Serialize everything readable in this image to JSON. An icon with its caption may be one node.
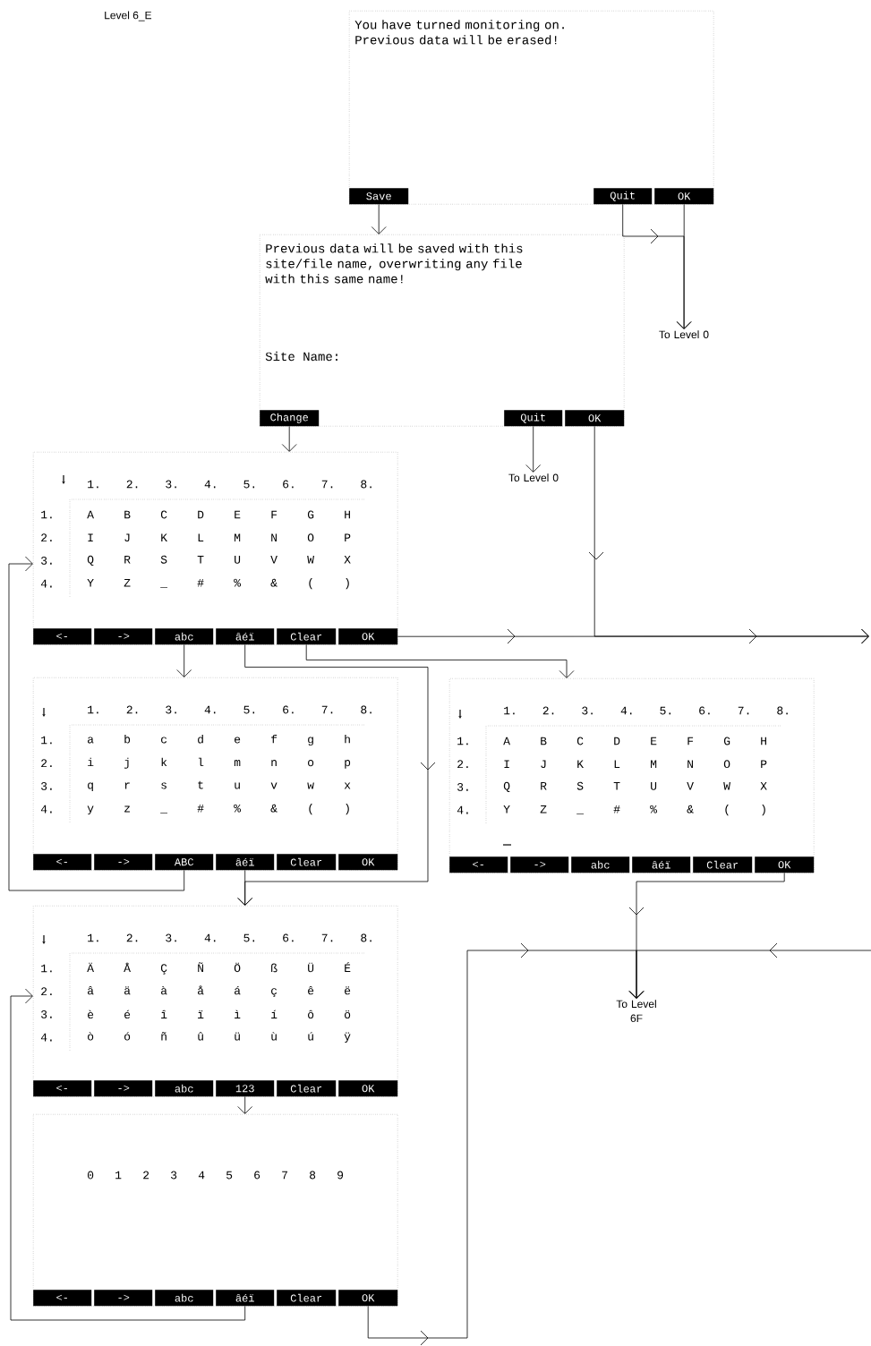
{
  "diagram": {
    "title": "Level 6_E",
    "nodes": [
      {
        "text": [
          "You have turned monitoring on. Previous data will be erased!"
        ]
      },
      {
        "text": [
          "Save"
        ],
        "in": 0
      },
      {
        "text": [
          "Quit"
        ],
        "in": 0
      },
      {
        "text": [
          "OK"
        ],
        "in": 0
      },
      {
        "text": [
          "Previous data will be saved with this site/file name, overwriting any file with this same name!",
          "Site Name:"
        ]
      },
      {
        "text": [
          "Change"
        ],
        "in": 4
      },
      {
        "text": [
          "Quit"
        ],
        "in": 4
      },
      {
        "text": [
          "OK"
        ],
        "in": 4
      },
      {
        "text": [
          "To Level 0"
        ]
      },
      {
        "text": [
          "To Level 0"
        ]
      },
      {
        "text": [
          "1. 2. 3. 4. 5. 6. 7. 8.",
          "1.",
          "A B C D E F G H",
          "2.",
          "I J K L M N O P",
          "3.",
          "Q R S T U V W X",
          "4.",
          "Y Z _ # % & ( )"
        ]
      },
      {
        "text": [
          "<-"
        ],
        "in": 10
      },
      {
        "text": [
          "->"
        ],
        "in": 10
      },
      {
        "text": [
          "abc"
        ],
        "in": 10
      },
      {
        "text": [
          "âéï"
        ],
        "in": 10
      },
      {
        "text": [
          "Clear"
        ],
        "in": 10
      },
      {
        "text": [
          "OK"
        ],
        "in": 10
      },
      {
        "text": [
          "1. 2. 3. 4. 5. 6. 7. 8.",
          "1.",
          "a b c d e f g h",
          "2.",
          "i j k l m n o p",
          "3.",
          "q r s t u v w x",
          "4.",
          "y z _ # % & ( )"
        ]
      },
      {
        "text": [
          "<-"
        ],
        "in": 17
      },
      {
        "text": [
          "->"
        ],
        "in": 17
      },
      {
        "text": [
          "ABC"
        ],
        "in": 17
      },
      {
        "text": [
          "âéï"
        ],
        "in": 17
      },
      {
        "text": [
          "Clear"
        ],
        "in": 17
      },
      {
        "text": [
          "OK"
        ],
        "in": 17
      },
      {
        "text": [
          "1. 2. 3. 4. 5. 6. 7. 8.",
          "1.",
          "A B C D E F G H",
          "2.",
          "I J K L M N O P",
          "3.",
          "Q R S T U V W X",
          "4.",
          "Y Z _ # % & ( )"
        ]
      },
      {
        "text": [
          "<-"
        ],
        "in": 24
      },
      {
        "text": [
          "->"
        ],
        "in": 24
      },
      {
        "text": [
          "abc"
        ],
        "in": 24
      },
      {
        "text": [
          "âéï"
        ],
        "in": 24
      },
      {
        "text": [
          "Clear"
        ],
        "in": 24
      },
      {
        "text": [
          "OK"
        ],
        "in": 24
      },
      {
        "text": [
          "To Level 6F"
        ]
      },
      {
        "text": [
          "1. 2. 3. 4. 5. 6. 7. 8.",
          "1.",
          "Ä Å Ç Ñ Ö ß Ü É",
          "2.",
          "â ä à å á ç ê ë",
          "3.",
          "è é î ï ì í ô ö",
          "4.",
          "ò ó ñ û ü ù ú ÿ"
        ]
      },
      {
        "text": [
          "<-"
        ],
        "in": 32
      },
      {
        "text": [
          "->"
        ],
        "in": 32
      },
      {
        "text": [
          "abc"
        ],
        "in": 32
      },
      {
        "text": [
          "123"
        ],
        "in": 32
      },
      {
        "text": [
          "Clear"
        ],
        "in": 32
      },
      {
        "text": [
          "OK"
        ],
        "in": 32
      },
      {
        "text": [
          "0 1 2 3 4 5 6 7 8 9"
        ]
      },
      {
        "text": [
          "<-"
        ],
        "in": 39
      },
      {
        "text": [
          "->"
        ],
        "in": 39
      },
      {
        "text": [
          "abc"
        ],
        "in": 39
      },
      {
        "text": [
          "âéï"
        ],
        "in": 39
      },
      {
        "text": [
          "Clear"
        ],
        "in": 39
      },
      {
        "text": [
          "OK"
        ],
        "in": 39
      }
    ],
    "edges": [
      {
        "from": 1,
        "to": 4,
        "arrow": "to"
      },
      {
        "from": 2,
        "to": 8,
        "arrow": "to"
      },
      {
        "from": 3,
        "to": 8,
        "arrow": "to"
      },
      {
        "from": 5,
        "to": 10,
        "arrow": "to"
      },
      {
        "from": 6,
        "to": 9,
        "arrow": "to"
      },
      {
        "from": 7,
        "to": null,
        "arrow": "to"
      },
      {
        "from": 16,
        "to": null,
        "arrow": "to"
      },
      {
        "from": 13,
        "to": 17,
        "arrow": "to"
      },
      {
        "from": 14,
        "to": 32,
        "arrow": "to"
      },
      {
        "from": 15,
        "to": 24,
        "arrow": "to"
      },
      {
        "from": 20,
        "to": 10,
        "arrow": "to"
      },
      {
        "from": 21,
        "to": 32,
        "arrow": "to"
      },
      {
        "from": 30,
        "to": 31,
        "arrow": "to"
      },
      {
        "from": null,
        "to": 31,
        "arrow": "to"
      },
      {
        "from": 45,
        "to": 31,
        "arrow": "to"
      },
      {
        "from": 36,
        "to": 39,
        "arrow": "to"
      },
      {
        "from": 43,
        "to": 32,
        "arrow": "to"
      }
    ]
  }
}
